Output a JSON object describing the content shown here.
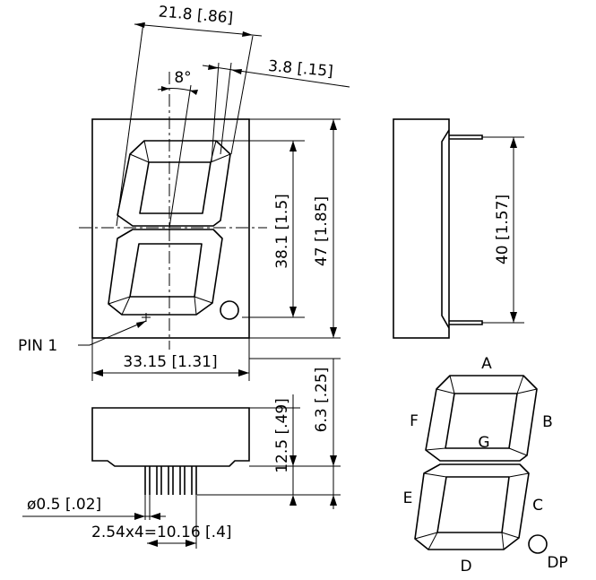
{
  "front_view": {
    "dim_width": "21.8 [.86]",
    "dim_segment_width": "3.8 [.15]",
    "dim_angle": "8°",
    "dim_digit_height": "38.1 [1.5]",
    "dim_total_height": "47 [1.85]",
    "dim_body_width": "33.15 [1.31]",
    "pin1_label": "PIN 1"
  },
  "side_view": {
    "dim_height": "40 [1.57]"
  },
  "bottom_view": {
    "dim_pin_length": "12.5 [.49]",
    "dim_body_thickness": "6.3 [.25]",
    "dim_pin_diameter": "ø0.5 [.02]",
    "dim_pin_pitch": "2.54x4=10.16 [.4]"
  },
  "segment_legend": {
    "a": "A",
    "b": "B",
    "c": "C",
    "d": "D",
    "e": "E",
    "f": "F",
    "g": "G",
    "dp": "DP"
  }
}
